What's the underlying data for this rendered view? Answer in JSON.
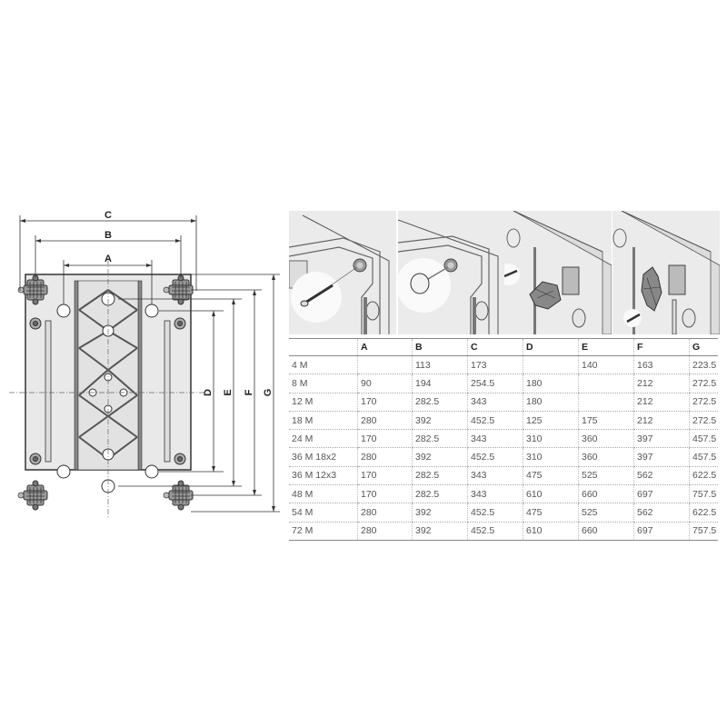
{
  "drawing": {
    "dimension_labels": {
      "A": "A",
      "B": "B",
      "C": "C",
      "D": "D",
      "E": "E",
      "F": "F",
      "G": "G"
    }
  },
  "photos": [
    {
      "name": "screw-fixing-step",
      "icon": "screw-icon"
    },
    {
      "name": "cap-cover-step",
      "icon": "cap-icon"
    },
    {
      "name": "bracket-mounting-step-1",
      "icon": "bracket-icon"
    },
    {
      "name": "bracket-mounting-step-2",
      "icon": "bracket-icon"
    }
  ],
  "table": {
    "headers": [
      "",
      "A",
      "B",
      "C",
      "D",
      "E",
      "F",
      "G"
    ],
    "rows": [
      [
        "4 M",
        "",
        "113",
        "173",
        "",
        "140",
        "163",
        "223.5"
      ],
      [
        "8 M",
        "90",
        "194",
        "254.5",
        "180",
        "",
        "212",
        "272.5"
      ],
      [
        "12 M",
        "170",
        "282.5",
        "343",
        "180",
        "",
        "212",
        "272.5"
      ],
      [
        "18 M",
        "280",
        "392",
        "452.5",
        "125",
        "175",
        "212",
        "272.5"
      ],
      [
        "24 M",
        "170",
        "282.5",
        "343",
        "310",
        "360",
        "397",
        "457.5"
      ],
      [
        "36 M 18x2",
        "280",
        "392",
        "452.5",
        "310",
        "360",
        "397",
        "457.5"
      ],
      [
        "36 M 12x3",
        "170",
        "282.5",
        "343",
        "475",
        "525",
        "562",
        "622.5"
      ],
      [
        "48 M",
        "170",
        "282.5",
        "343",
        "610",
        "660",
        "697",
        "757.5"
      ],
      [
        "54 M",
        "280",
        "392",
        "452.5",
        "475",
        "525",
        "562",
        "622.5"
      ],
      [
        "72 M",
        "280",
        "392",
        "452.5",
        "610",
        "660",
        "697",
        "757.5"
      ]
    ]
  },
  "colors": {
    "line": "#333333",
    "panel_fill": "#e9e9e9",
    "photo_bg": "#ebebeb",
    "grid": "#aaaaaa"
  }
}
